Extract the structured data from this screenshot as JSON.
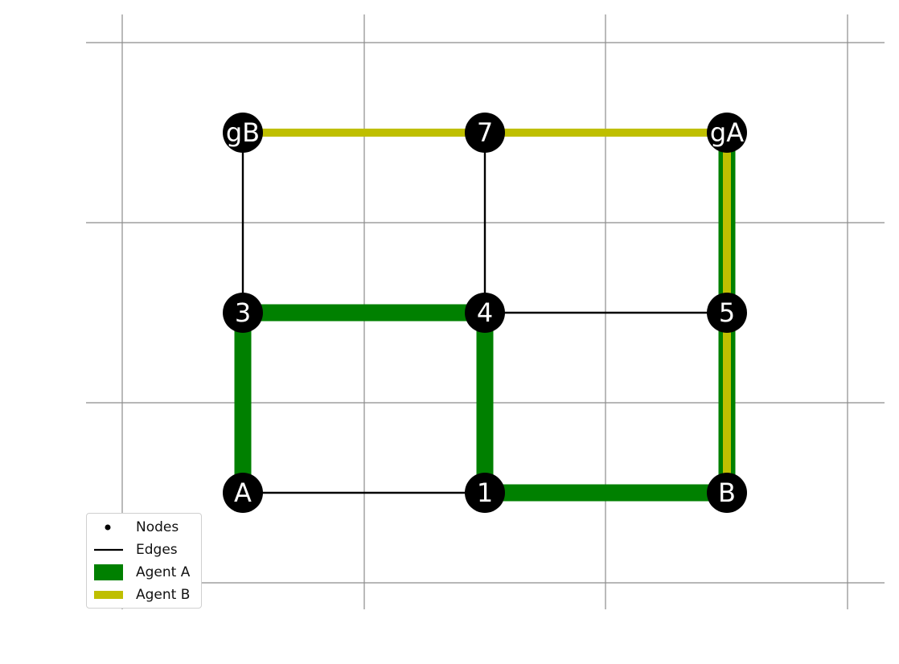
{
  "graph": {
    "nodes": [
      {
        "id": "A",
        "label": "A",
        "col": 0,
        "row": 0
      },
      {
        "id": "1",
        "label": "1",
        "col": 1,
        "row": 0
      },
      {
        "id": "B",
        "label": "B",
        "col": 2,
        "row": 0
      },
      {
        "id": "3",
        "label": "3",
        "col": 0,
        "row": 1
      },
      {
        "id": "4",
        "label": "4",
        "col": 1,
        "row": 1
      },
      {
        "id": "5",
        "label": "5",
        "col": 2,
        "row": 1
      },
      {
        "id": "gB",
        "label": "gB",
        "col": 0,
        "row": 2
      },
      {
        "id": "7",
        "label": "7",
        "col": 1,
        "row": 2
      },
      {
        "id": "gA",
        "label": "gA",
        "col": 2,
        "row": 2
      }
    ],
    "edges": [
      [
        "A",
        "1"
      ],
      [
        "1",
        "B"
      ],
      [
        "A",
        "3"
      ],
      [
        "1",
        "4"
      ],
      [
        "B",
        "5"
      ],
      [
        "3",
        "4"
      ],
      [
        "4",
        "5"
      ],
      [
        "3",
        "gB"
      ],
      [
        "4",
        "7"
      ],
      [
        "5",
        "gA"
      ],
      [
        "gB",
        "7"
      ],
      [
        "7",
        "gA"
      ]
    ],
    "paths": {
      "agent_a": [
        "A",
        "3",
        "4",
        "1",
        "B",
        "5",
        "gA"
      ],
      "agent_b": [
        "B",
        "5",
        "gA",
        "7",
        "gB"
      ]
    },
    "colors": {
      "node": "#000000",
      "node_label": "#ffffff",
      "edge": "#000000",
      "agent_a": "#008000",
      "agent_b": "#bfbf00",
      "grid": "#8c8c8c"
    }
  },
  "legend": {
    "items": [
      {
        "key": "node",
        "label": "Nodes"
      },
      {
        "key": "edge",
        "label": "Edges"
      },
      {
        "key": "agent_a",
        "label": "Agent A"
      },
      {
        "key": "agent_b",
        "label": "Agent B"
      }
    ]
  }
}
